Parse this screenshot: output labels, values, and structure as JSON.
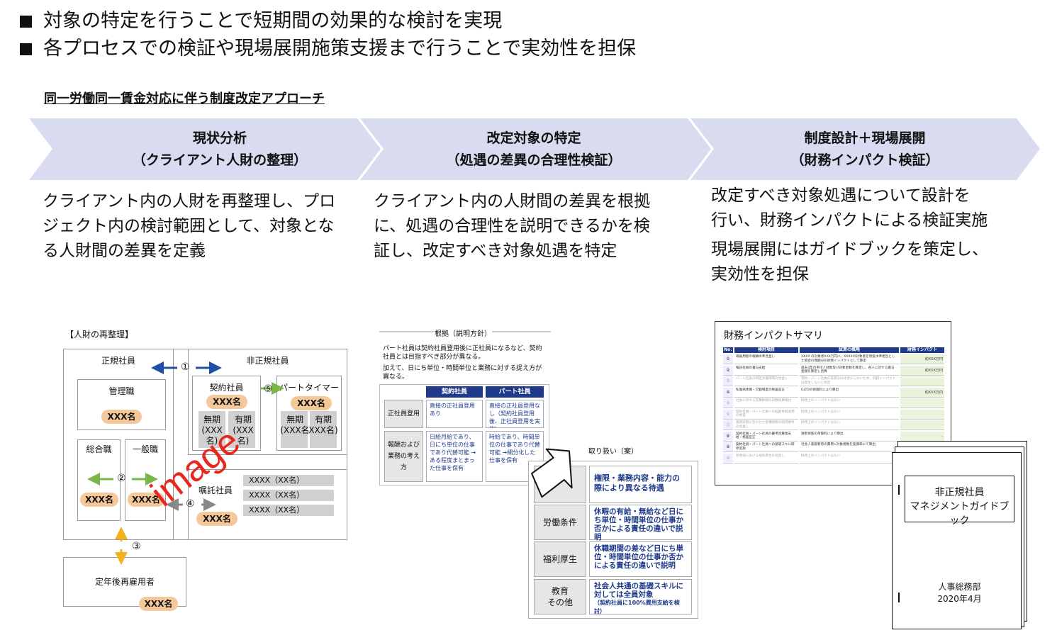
{
  "bullets": [
    "対象の特定を行うことで短期間の効果的な検討を実現",
    "各プロセスでの検証や現場展開施策支援まで行うことで実効性を担保"
  ],
  "approach_title": "同一労働同一賃金対応に伴う制度改定アプローチ",
  "steps": [
    {
      "title": "現状分析",
      "subtitle": "（クライアント人財の整理）",
      "desc": [
        "クライアント内の人財を再整理し、プロ",
        "ジェクト内の検討範囲として、対象とな",
        "る人財間の差異を定義"
      ]
    },
    {
      "title": "改定対象の特定",
      "subtitle": "（処遇の差異の合理性検証）",
      "desc": [
        "クライアント内の人財間の差異を根拠",
        "に、処遇の合理性を説明できるかを検",
        "証し、改定すべき対象処遇を特定"
      ]
    },
    {
      "title": "制度設計＋現場展開",
      "subtitle": "（財務インパクト検証）",
      "desc": [
        "改定すべき対象処遇について設計を",
        "行い、財務インパクトによる検証実施",
        "現場展開にはガイドブックを策定し、",
        "実効性を担保"
      ]
    }
  ],
  "colors": {
    "chevron": "#d9dbf1",
    "navy": "#1f3a8a",
    "pill": "#f5c89a",
    "watermark": "#e8281e",
    "arrow_blue": "#1f4fa8",
    "arrow_green": "#7ab648",
    "arrow_orange": "#f2b21c"
  },
  "left_diagram": {
    "heading": "【人財の再整理】",
    "regular": "正規社員",
    "nonregular": "非正規社員",
    "manager": "管理職",
    "general": "総合職",
    "clerical": "一般職",
    "contract": "契約社員",
    "parttimer": "パートタイマー",
    "commission": "嘱託社員",
    "reemployed": "定年後再雇用者",
    "count": "XXX名",
    "fixed_none": "無期",
    "fixed_some": "有期",
    "sub_count": "(XXX名)",
    "sub_count_alt": "(XXX名",
    "sub_count_alt2": "XXX名)",
    "row_text": "XXXX（XX名）",
    "n1": "①",
    "n2": "②",
    "n3": "③",
    "n4": "④",
    "n5": "⑤",
    "watermark": "image"
  },
  "mid_diagram": {
    "basis_title": "根拠（説明方針）",
    "basis_text1": "パート社員は契約社員登用後に正社員になるなど、契約社員とは目指すべき部分が異なる。",
    "basis_text2": "加えて、日にち単位・時間単位と業務に対する捉え方が異なる。",
    "col1": "契約社員",
    "col2": "パート社員",
    "row1": "正社員登用",
    "row2": "報酬および業務の考え方",
    "r1c1": "直接の正社員登用あり",
    "r1c2": "直接の正社員登用なし（契約社員登用後、正社員登用を実施）",
    "r2c1": "日給月給であり、日にち単位の仕事であり代替可能 →ある程度まとまった仕事を保有",
    "r2c2": "時給であり、時間単位の仕事であり代替可能 →細分化した仕事を保有",
    "handling_title": "取り扱い（案）",
    "h_rows": [
      {
        "label": "",
        "text": "権限・業務内容・能力の際により異なる待遇"
      },
      {
        "label": "労働条件",
        "text": "休暇の有給・無給など日にち単位・時間単位の仕事か否かによる責任の違いで説明"
      },
      {
        "label": "福利厚生",
        "text": "休職期間の差など日にち単位・時間単位の仕事か否かによる責任の違いで説明"
      },
      {
        "label": "教育\nその他",
        "text": "社会人共通の基礎スキルに対しては全員対象"
      }
    ],
    "h_note": "（契約社員に100%費用支給を検討）"
  },
  "right_diagram": {
    "summary_title": "財務インパクトサマリ",
    "th_no": "No.",
    "th_item": "検討項目",
    "th_calc": "試算の概略",
    "th_impact": "財務インパクト",
    "rows": [
      {
        "no": "①",
        "item": "再雇用者の報酬水準見直し",
        "calc": "XXXX の対象者XXX万円に、XXXXの対象者を現役水準相当とした場合の増額分を財務インパクトとして算定",
        "impact": "約XXX万円"
      },
      {
        "no": "②",
        "item": "嘱託社員の賞与支給",
        "calc": "過去3年の平均人材数及び対象者数を算定し、各人に対する賞与金額を算定し合算",
        "impact": "約XXX万円"
      },
      {
        "no": "③",
        "item": "パート社員の特定労働時間の見直し",
        "calc": "現状、パート社員の実態はほぼ変わらないため、財務インパクトは発生しないと想定",
        "impact": "-"
      },
      {
        "no": "④",
        "item": "私傷病休職・欠勤制度の格差是正",
        "calc": "GLTDの保険料により算出",
        "impact": "約XXX万円"
      },
      {
        "no": "⑤",
        "item": "社員に対する各種休暇の日数加算検討",
        "calc": "財務上のインパクトはない",
        "impact": "-"
      },
      {
        "no": "⑥",
        "item": "契約社員・パート社員への転勤休暇適用の格差",
        "calc": "財務上のインパクトはない",
        "impact": "-"
      },
      {
        "no": "⑦",
        "item": "業務実態に合わせた各種休暇の取得要件の見直し",
        "calc": "財務上のインパクトはない",
        "impact": "-"
      },
      {
        "no": "⑧",
        "item": "契約社員・パート社員の慶弔見舞金支給・格差是正",
        "calc": "損害保険の保険料により算出",
        "impact": "-"
      },
      {
        "no": "⑨",
        "item": "契約社員・パート社員への基礎スキル研修実施",
        "calc": "社会人基礎教育の費用×対象者数を受講率にて算出",
        "impact": "-"
      },
      {
        "no": "⑩",
        "item": "各地域における福利厚生の見直し",
        "calc": "財務上のインパクトはない",
        "impact": "-"
      }
    ],
    "guidebook_title1": "非正規社員",
    "guidebook_title2": "マネジメントガイドブック",
    "guidebook_dept": "人事総務部",
    "guidebook_date": "2020年4月"
  }
}
